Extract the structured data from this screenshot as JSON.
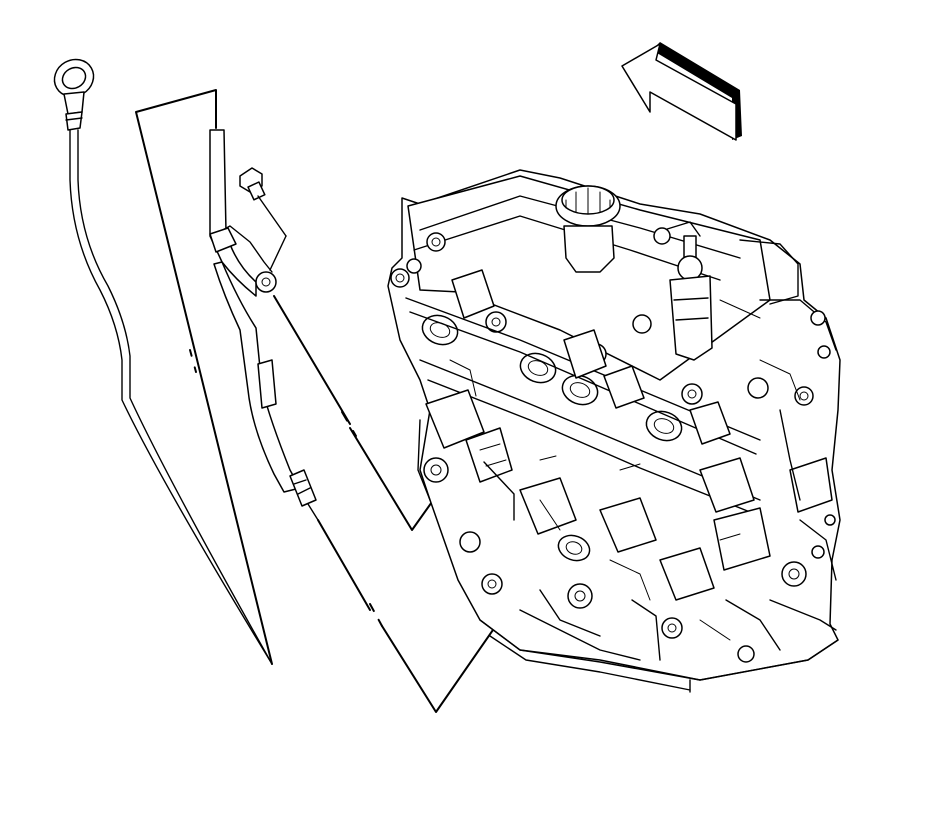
{
  "diagram": {
    "ink_color": "#000000",
    "background_color": "#ffffff",
    "parts": [
      "dipstick",
      "dipstick-tube",
      "tube-bolt",
      "engine-block",
      "front-arrow"
    ],
    "icons": [
      "front-arrow-icon"
    ]
  }
}
